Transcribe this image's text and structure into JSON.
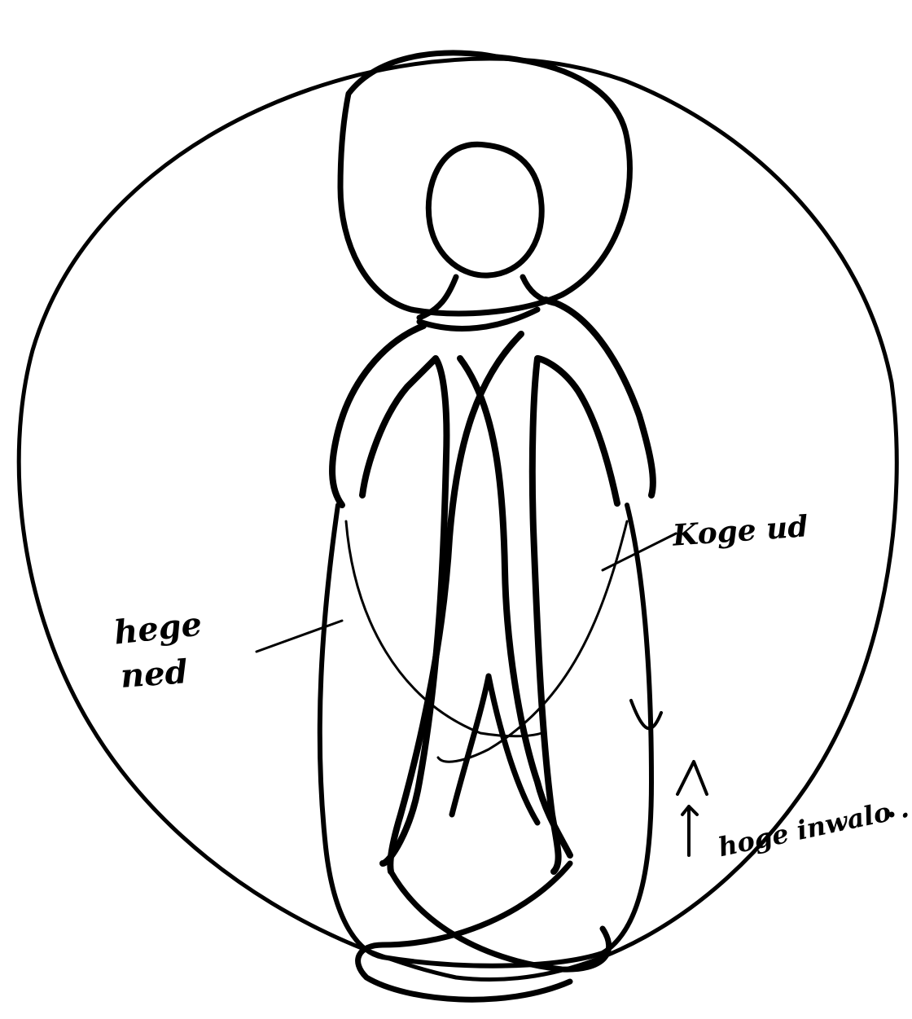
{
  "colors": {
    "ink": "#000000",
    "paper": "#ffffff"
  },
  "labels": {
    "left_line1": "hege",
    "left_line2": "ned",
    "right": "Koge ud",
    "bottom": "hoge inwalo ."
  }
}
